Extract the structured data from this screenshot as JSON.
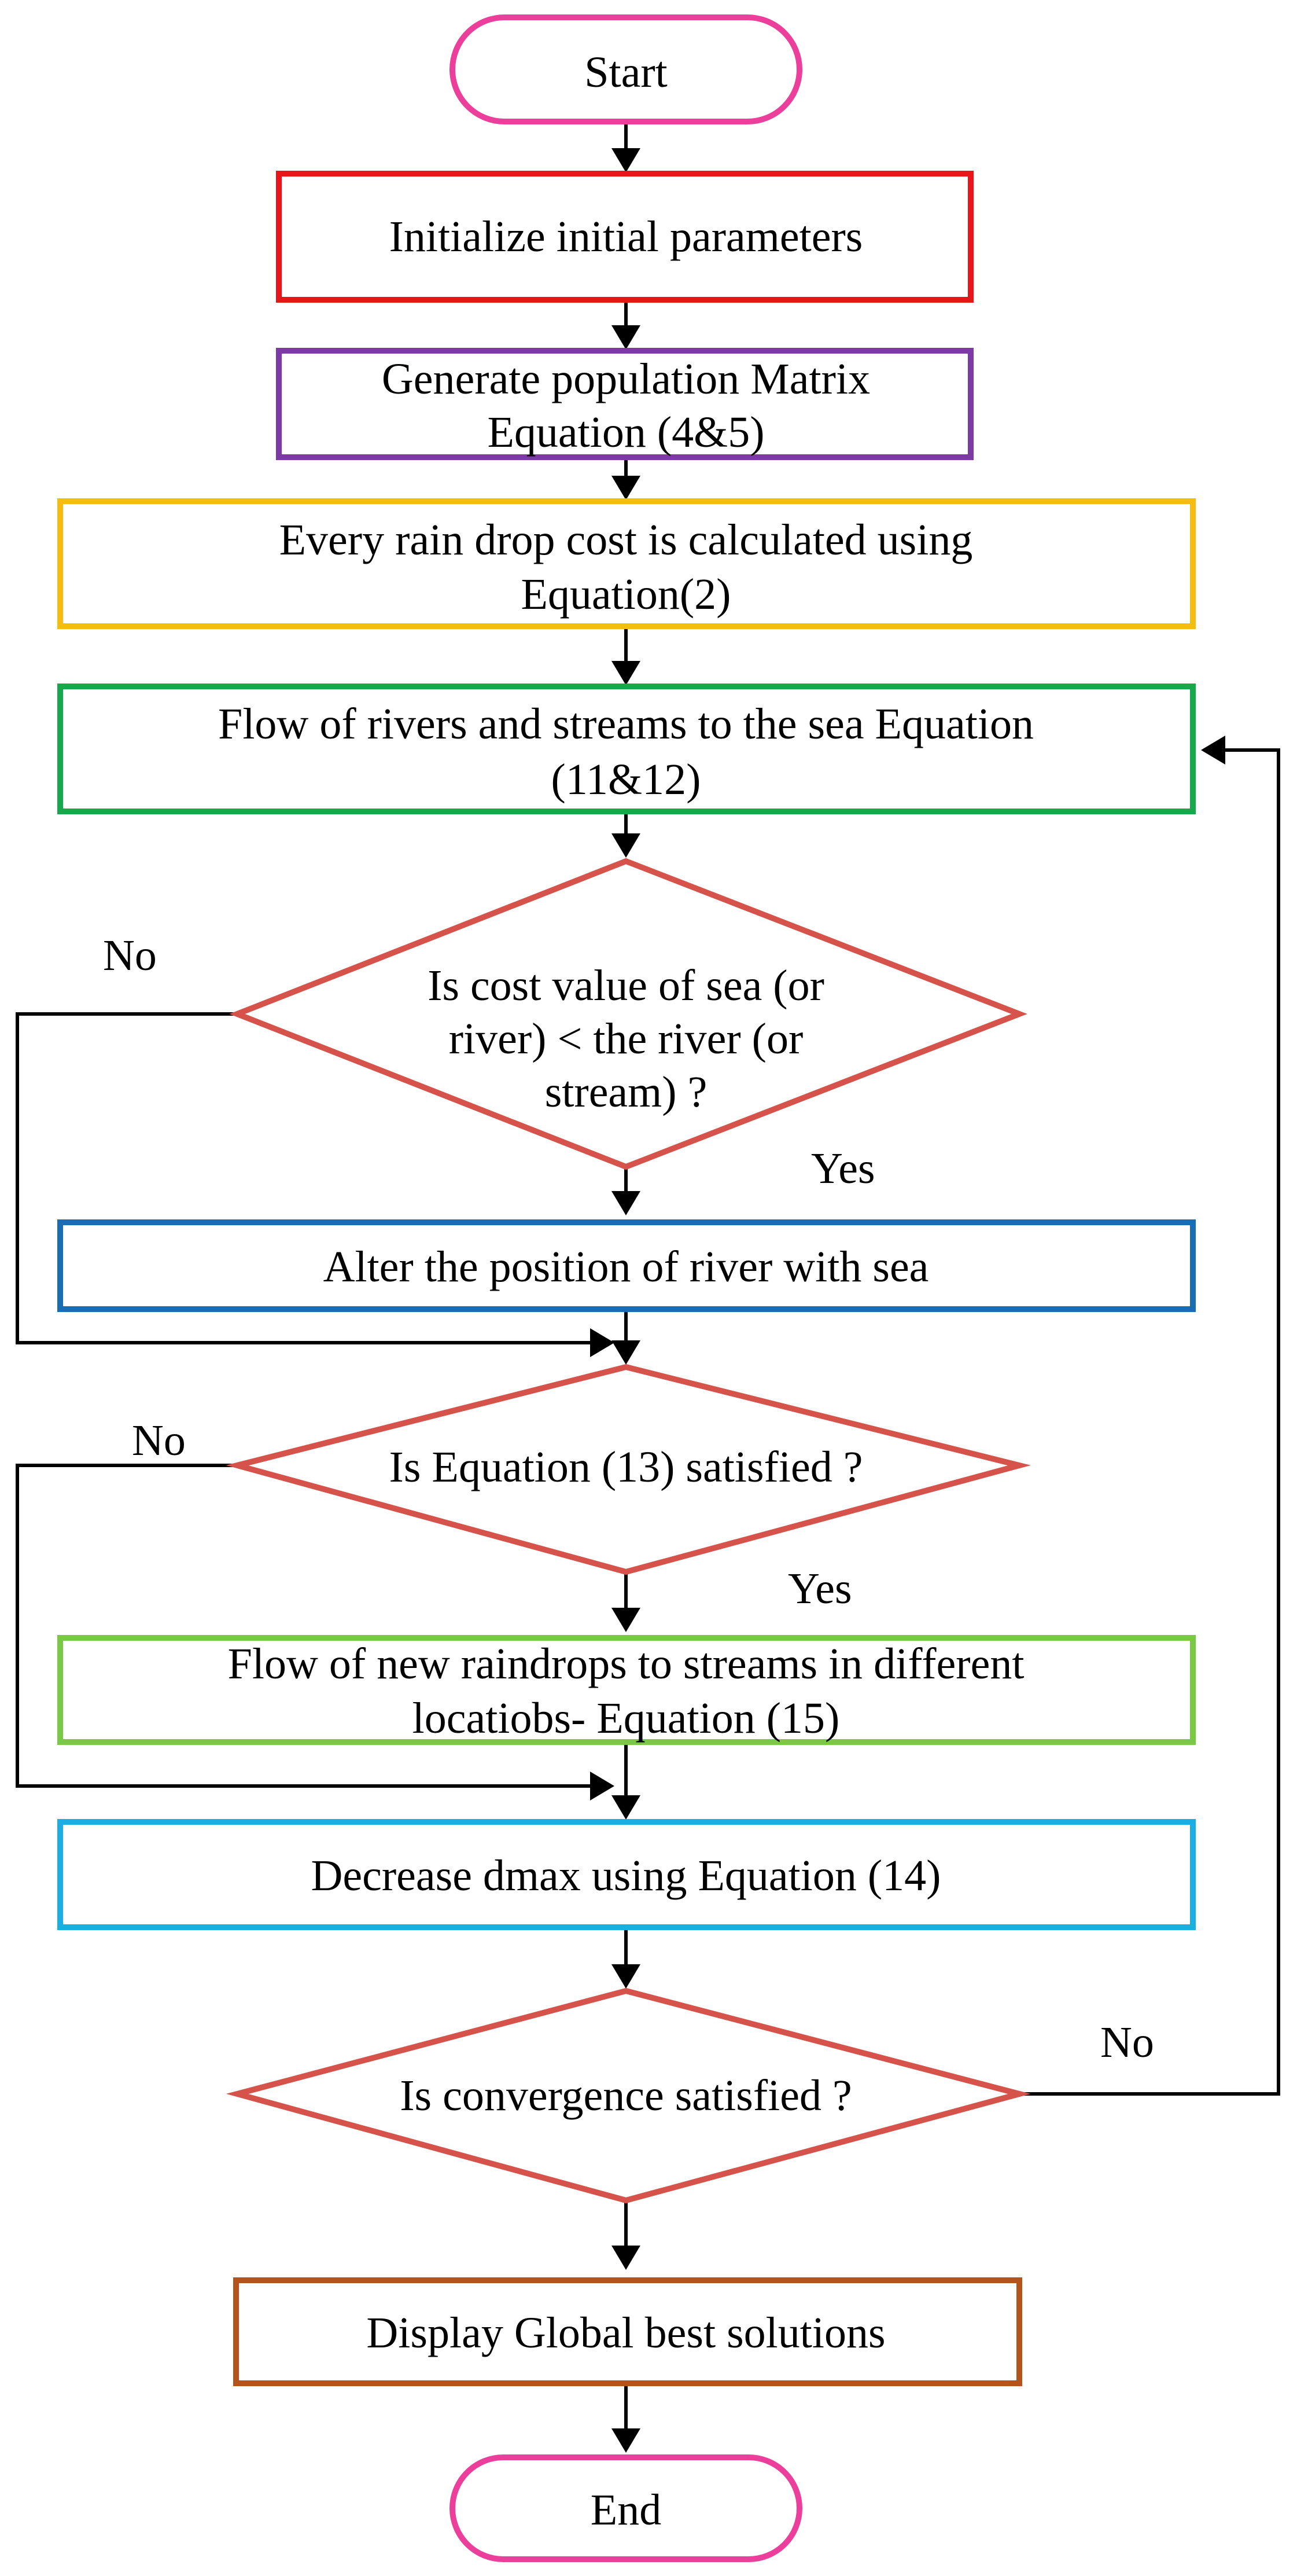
{
  "terminals": {
    "start": {
      "label": "Start",
      "color": "#ec3f9c"
    },
    "end": {
      "label": "End",
      "color": "#ec3f9c"
    }
  },
  "steps": {
    "initialize": {
      "lines": [
        "Initialize initial parameters"
      ],
      "color": "#e8161a"
    },
    "population": {
      "lines": [
        "Generate population Matrix",
        "Equation (4&5)"
      ],
      "color": "#7d3aa3"
    },
    "cost": {
      "lines": [
        "Every rain drop cost is calculated using",
        "Equation(2)"
      ],
      "color": "#f6bc12"
    },
    "flow_rivers": {
      "lines": [
        "Flow of rivers and streams to the sea Equation",
        "(11&12)"
      ],
      "color": "#17a84b"
    },
    "alter": {
      "lines": [
        "Alter the position of river with sea"
      ],
      "color": "#1a6db3"
    },
    "new_raindrops": {
      "lines": [
        "Flow of new raindrops to streams in different",
        "locatiobs- Equation (15)"
      ],
      "color": "#79c945"
    },
    "decrease": {
      "lines": [
        "Decrease dmax using Equation (14)"
      ],
      "color": "#1aaee3"
    },
    "display": {
      "lines": [
        "Display Global best solutions"
      ],
      "color": "#b3541e"
    }
  },
  "decisions": {
    "cost_compare": {
      "lines": [
        "Is cost value of sea (or",
        "river) < the river (or",
        "stream) ?"
      ],
      "yes_label": "Yes",
      "no_label": "No",
      "color": "#d6534b"
    },
    "eq13": {
      "lines": [
        "Is Equation (13) satisfied ?"
      ],
      "yes_label": "Yes",
      "no_label": "No",
      "color": "#d6534b"
    },
    "convergence": {
      "lines": [
        "Is convergence satisfied ?"
      ],
      "no_label": "No",
      "color": "#d6534b"
    }
  }
}
